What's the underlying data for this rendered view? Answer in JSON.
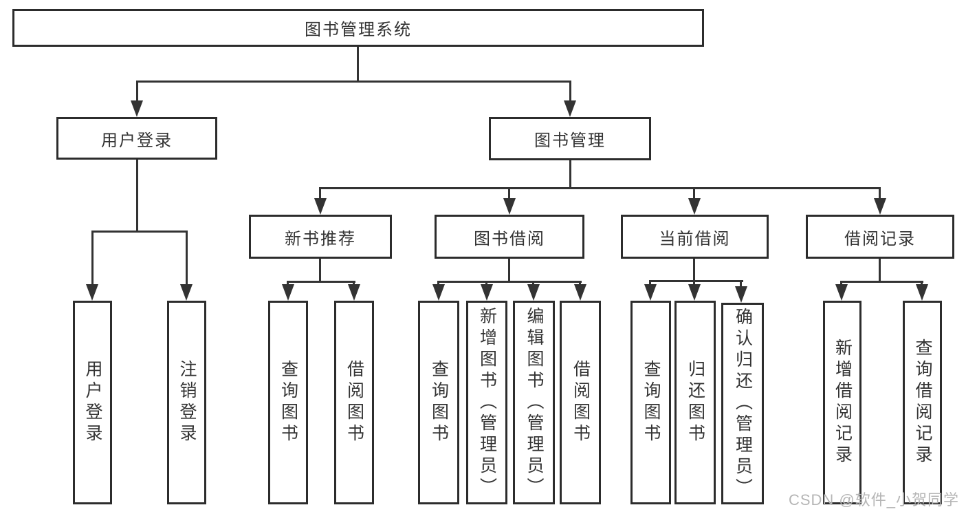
{
  "diagram": {
    "title_node": "图书管理系统",
    "nodes": {
      "root": "图书管理系统",
      "level1": [
        "用户登录",
        "图书管理"
      ],
      "level2": [
        "新书推荐",
        "图书借阅",
        "当前借阅",
        "借阅记录"
      ],
      "leaves_user_login": [
        "用户登录",
        "注销登录"
      ],
      "leaves_new_book": [
        "查询图书",
        "借阅图书"
      ],
      "leaves_book_borrow": [
        "查询图书",
        "新增图书（管理员）",
        "编辑图书（管理员）",
        "借阅图书"
      ],
      "leaves_current_borrow": [
        "查询图书",
        "归还图书",
        "确认归还（管理员）"
      ],
      "leaves_borrow_record": [
        "新增借阅记录",
        "查询借阅记录"
      ]
    },
    "colors": {
      "box_border": "#2c2c2c",
      "line": "#333333",
      "text": "#333333",
      "background": "#ffffff",
      "watermark_gray": "#b5b5b5"
    }
  },
  "watermark": {
    "text": "CSDN @软件_小贺同学"
  }
}
